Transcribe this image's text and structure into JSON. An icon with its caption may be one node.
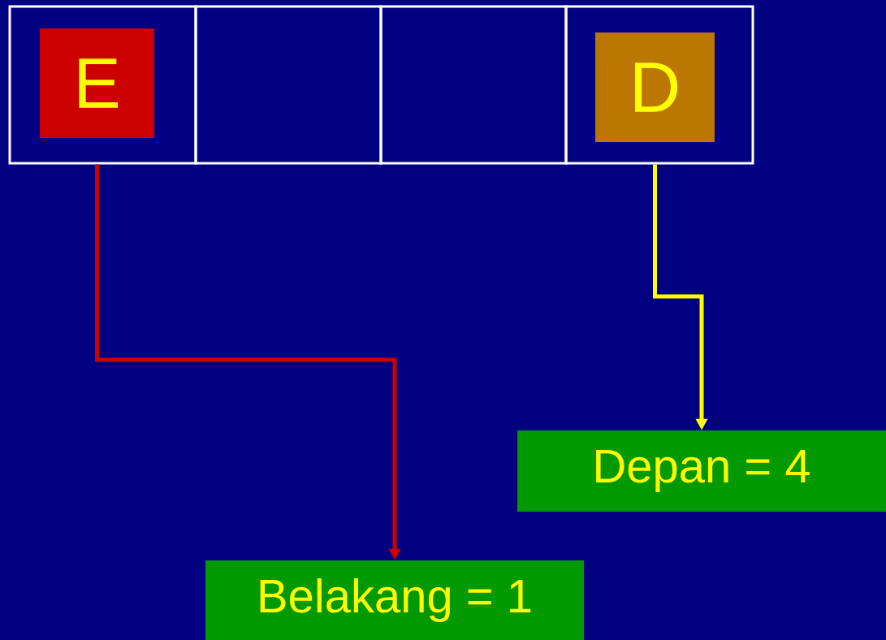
{
  "diagram": {
    "nodes": [
      {
        "text": [],
        "shape": "box"
      },
      {
        "text": [
          "E"
        ],
        "in": 0
      },
      {
        "text": [],
        "shape": "box"
      },
      {
        "text": [],
        "shape": "box"
      },
      {
        "text": [],
        "shape": "box"
      },
      {
        "text": [
          "D"
        ],
        "in": 4
      },
      {
        "text": [
          "Depan = 4"
        ]
      },
      {
        "text": [
          "Belakang = 1"
        ]
      }
    ],
    "edges": [
      {
        "from": 1,
        "to": 7,
        "arrow": "to",
        "color": "#cc0000"
      },
      {
        "from": 5,
        "to": 6,
        "arrow": "to",
        "color": "#ffff00"
      }
    ]
  }
}
